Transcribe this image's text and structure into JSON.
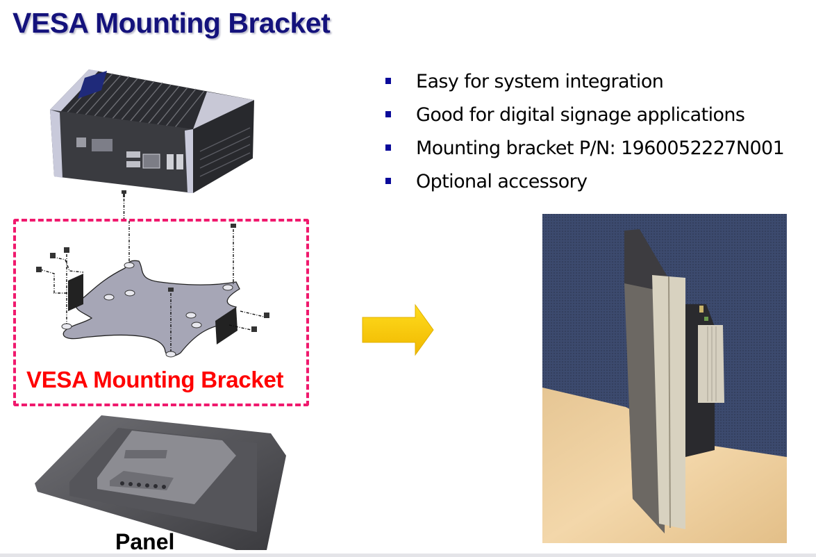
{
  "slide": {
    "title": "VESA Mounting Bracket",
    "bullets": [
      {
        "text": "Easy for system integration"
      },
      {
        "text": "Good for digital signage applications"
      },
      {
        "text": "Mounting bracket P/N: 1960052227N001"
      },
      {
        "text": "Optional accessory"
      }
    ],
    "bracket_caption": "VESA Mounting Bracket",
    "panel_caption": "Panel",
    "colors": {
      "title": "#14127c",
      "bullet_marker": "#0a0a9a",
      "highlight_box": "#f0196d",
      "bracket_caption": "#ff0000",
      "arrow": "#f5c800"
    },
    "images": {
      "computer": "embedded-box-pc-illustration",
      "bracket": "vesa-bracket-exploded-illustration",
      "panel": "panel-display-back-illustration",
      "photo": "assembled-panel-with-pc-photo"
    }
  }
}
